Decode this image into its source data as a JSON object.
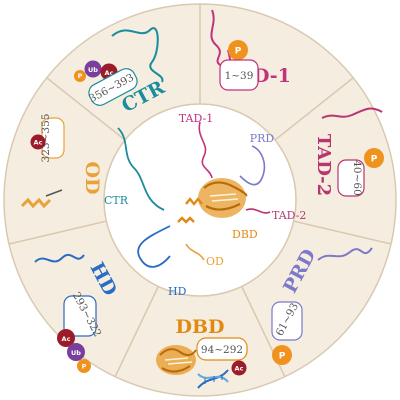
{
  "colors": {
    "ring": "#f5ede0",
    "ring_stroke": "#d9c9b0",
    "center": "#ffffff",
    "tad1": "#c2317c",
    "tad2": "#b8366f",
    "prd": "#7c79c9",
    "dbd": "#e08a14",
    "hd": "#2a6bc4",
    "od": "#e9a23b",
    "ctr": "#1b8c9c",
    "phospho": "#f0921e",
    "acetyl": "#9b1b2a",
    "ubiquitin": "#7a3f9d"
  },
  "segments": {
    "tad1": {
      "title": "TAD-1",
      "range": "1~39",
      "ptm": [
        "P"
      ]
    },
    "tad2": {
      "title": "TAD-2",
      "range": "40~60",
      "ptm": [
        "P"
      ]
    },
    "prd": {
      "title": "PRD",
      "range": "61~93",
      "ptm": [
        "P"
      ]
    },
    "dbd": {
      "title": "DBD",
      "range": "94~292",
      "ptm": [
        "Ac"
      ]
    },
    "hd": {
      "title": "HD",
      "range": "293~322",
      "ptm": [
        "Ac",
        "Ub",
        "P"
      ]
    },
    "od": {
      "title": "OD",
      "range": "323~355",
      "ptm": [
        "Ac"
      ]
    },
    "ctr": {
      "title": "CTR",
      "range": "356~393",
      "ptm": [
        "P",
        "Ub",
        "Ac"
      ]
    }
  },
  "center_labels": {
    "tad1": "TAD-1",
    "prd": "PRD",
    "tad2": "TAD-2",
    "dbd": "DBD",
    "od": "OD",
    "hd": "HD",
    "ctr": "CTR"
  }
}
